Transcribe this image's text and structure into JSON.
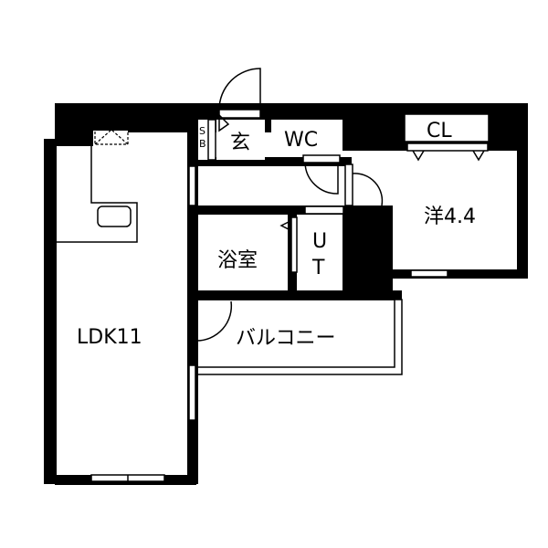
{
  "floorplan": {
    "rooms": {
      "ldk": "LDK11",
      "western": "洋4.4",
      "closet": "CL",
      "toilet": "WC",
      "entrance": "玄",
      "shoe_box_s": "S",
      "shoe_box_b": "B",
      "bath": "浴室",
      "utility_u": "U",
      "utility_t": "T",
      "balcony": "バルコニー"
    },
    "colors": {
      "wall": "#000000",
      "floor": "#ffffff"
    }
  }
}
